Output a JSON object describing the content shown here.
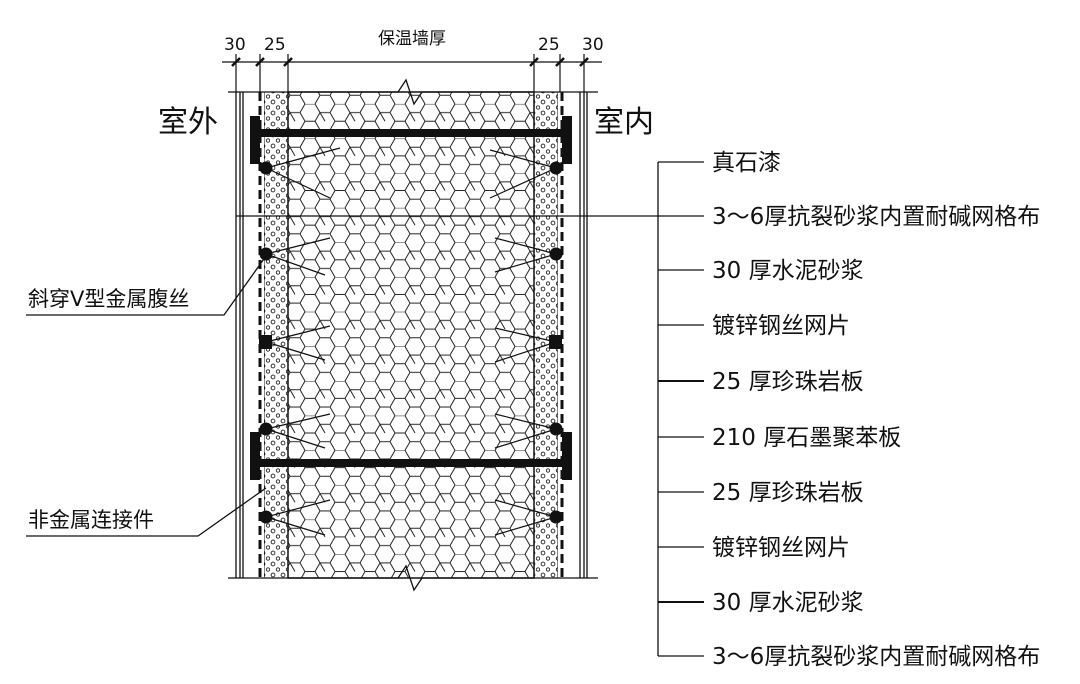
{
  "dimensions": {
    "left_outer": "30",
    "left_inner": "25",
    "center": "保温墙厚",
    "right_inner": "25",
    "right_outer": "30"
  },
  "sides": {
    "outside": "室外",
    "inside": "室内"
  },
  "layers": [
    "真石漆",
    "3～6厚抗裂砂浆内置耐碱网格布",
    "30 厚水泥砂浆",
    "镀锌钢丝网片",
    "25 厚珍珠岩板",
    "210 厚石墨聚苯板",
    "25 厚珍珠岩板",
    "镀锌钢丝网片",
    "30 厚水泥砂浆",
    "3～6厚抗裂砂浆内置耐碱网格布"
  ],
  "callouts": {
    "v_wire": "斜穿V型金属腹丝",
    "connector": "非金属连接件"
  }
}
